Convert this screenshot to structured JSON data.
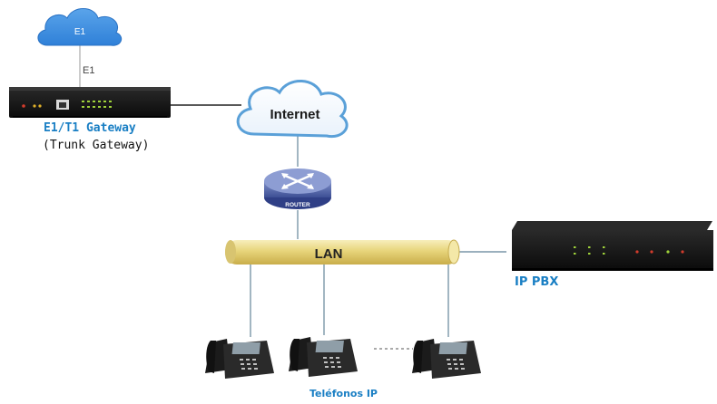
{
  "diagram": {
    "e1_cloud_label": "E1",
    "e1_link_label": "E1",
    "internet_label": "Internet",
    "router_label": "ROUTER",
    "lan_label": "LAN",
    "gateway_title": "E1/T1 Gateway",
    "gateway_subtitle": "(Trunk Gateway)",
    "pbx_title": "IP PBX",
    "phones_title": "Teléfonos IP"
  },
  "colors": {
    "accent_blue": "#1a7fc4",
    "cloud_blue": "#3d8fe0",
    "lan_tube": "#e9d77a",
    "line_gray": "#7a96a8",
    "device_black": "#151515"
  }
}
